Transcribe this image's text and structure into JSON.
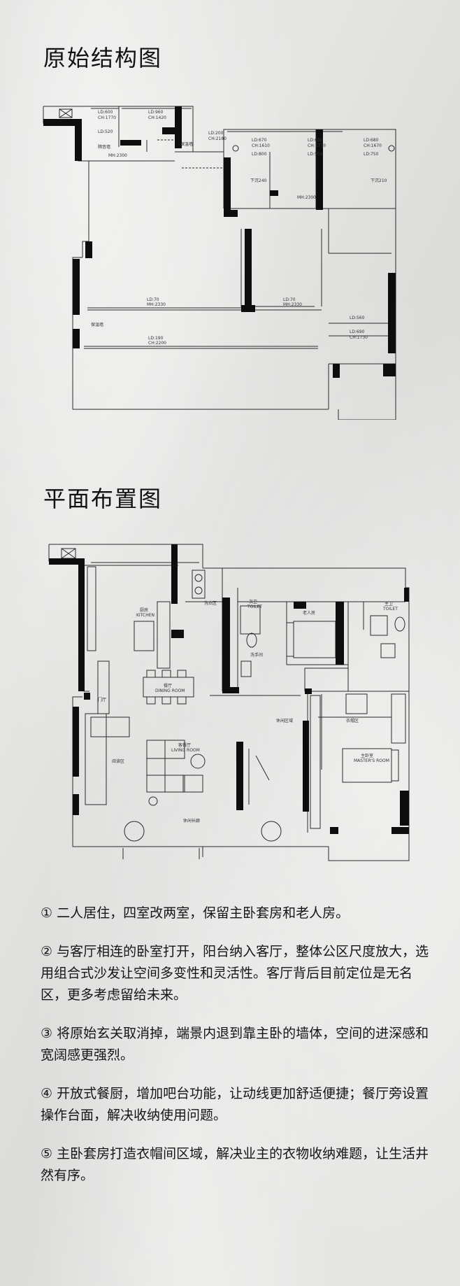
{
  "titles": {
    "original": "原始结构图",
    "layout": "平面布置图"
  },
  "plan1_labels": {
    "ld600": "LD:600",
    "ch1770": "CH:1770",
    "ld960": "LD:960",
    "ch1420": "CH:1420",
    "ld200": "LD:200",
    "ch2180": "CH:2180",
    "ld520": "LD:520",
    "wall_a": "隔音墙",
    "wall_b": "保温墙",
    "mh2300a": "MH:2300",
    "ld670": "LD:670",
    "ch1610": "CH:1610",
    "ld680": "LD:680",
    "ch1730": "CH:1730",
    "ld680b": "LD:680",
    "ch1670": "CH:1670",
    "ld800": "LD:800",
    "ld550": "LD:550",
    "ld750": "LD:750",
    "sill240": "下沉240",
    "sill210": "下沉210",
    "mh2300b": "MH:2300",
    "ld70a": "LD:70",
    "mh2330a": "MH:2330",
    "ld70b": "LD:70",
    "mh2330b": "MH:2330",
    "wall_c": "保温墙",
    "ld190": "LD:190",
    "ch2200": "CH:2200",
    "ld560": "LD:560",
    "ld690": "LD:690",
    "ch1730b": "CH:1730"
  },
  "plan2_labels": {
    "kitchen_cn": "厨房",
    "kitchen_en": "KITCHEN",
    "laundry": "洗衣区",
    "dining_cn": "餐厅",
    "dining_en": "DINING ROOM",
    "guest_toilet_cn": "次卫",
    "guest_toilet_en": "TOILET",
    "washroom": "洗手间",
    "elder_room": "老人房",
    "master_toilet_cn": "主卫",
    "master_toilet_en": "TOILET",
    "foyer": "门厅",
    "reading": "阅读区",
    "living_cn": "客餐厅",
    "living_en": "LIVING ROOM",
    "leisure": "休闲区域",
    "closet": "衣帽区",
    "master_cn": "主卧室",
    "master_en": "MASTER'S ROOM",
    "balcony": "休闲长廊"
  },
  "notes": [
    "① 二人居住，四室改两室，保留主卧套房和老人房。",
    "② 与客厅相连的卧室打开，阳台纳入客厅，整体公区尺度放大，选用组合式沙发让空间多变性和灵活性。客厅背后目前定位是无名区，更多考虑留给未来。",
    "③ 将原始玄关取消掉，端景内退到靠主卧的墙体，空间的进深感和宽阔感更强烈。",
    "④ 开放式餐厨，增加吧台功能，让动线更加舒适便捷；餐厅旁设置操作台面，解决收纳使用问题。",
    "⑤ 主卧套房打造衣帽间区域，解决业主的衣物收纳难题，让生活井然有序。"
  ]
}
